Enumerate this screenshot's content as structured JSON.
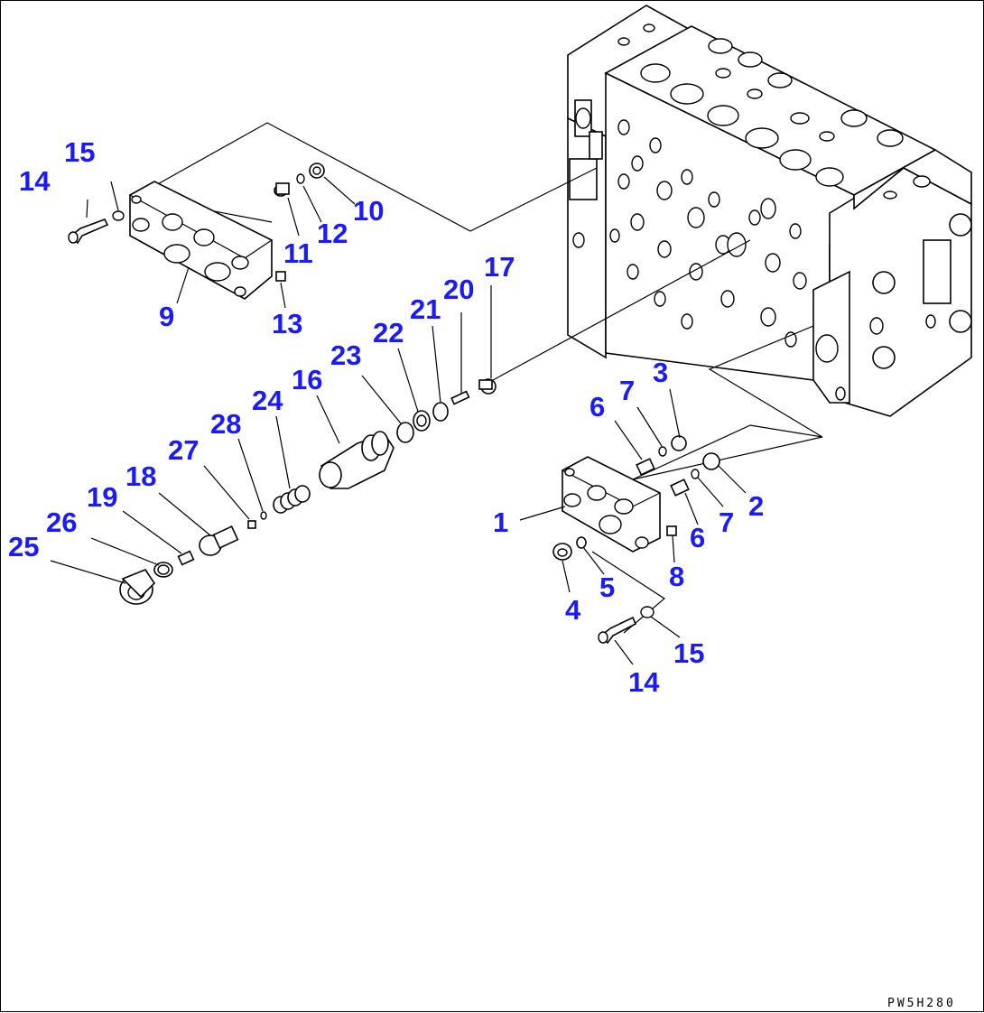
{
  "callouts": [
    "1",
    "2",
    "3",
    "4",
    "5",
    "6",
    "7",
    "8",
    "9",
    "10",
    "11",
    "12",
    "13",
    "14",
    "15",
    "16",
    "17",
    "18",
    "19",
    "20",
    "21",
    "22",
    "23",
    "24",
    "25",
    "26",
    "27",
    "28"
  ],
  "callout_extra": {
    "num6b": "6",
    "num7b": "7",
    "num14b": "14",
    "num15b": "15"
  },
  "drawing_ref": "PW5H280",
  "colors": {
    "callout": "#1a1aff",
    "line": "#000000",
    "background": "#ffffff"
  }
}
